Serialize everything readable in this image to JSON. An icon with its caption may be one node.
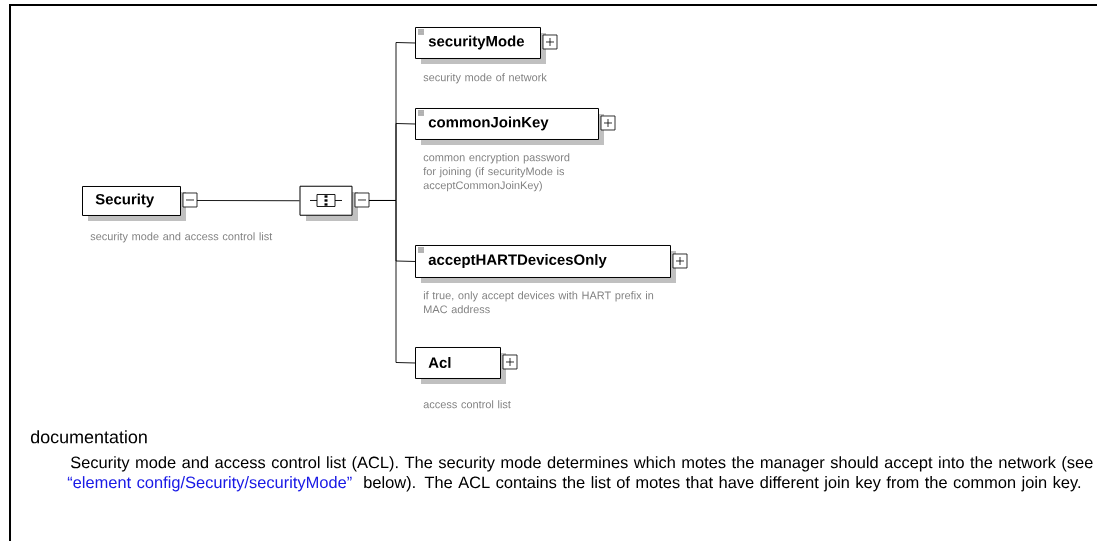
{
  "diagram": {
    "nodes": [
      {
        "text": [
          "Security"
        ],
        "beside": [
          "security mode and access control list"
        ]
      },
      {
        "text": [],
        "shape": "octagon"
      },
      {
        "text": [
          "securityMode"
        ],
        "beside": [
          "security mode of network"
        ]
      },
      {
        "text": [
          "commonJoinKey"
        ],
        "beside": [
          "common encryption password for joining (if securityMode is acceptCommonJoinKey)"
        ]
      },
      {
        "text": [
          "acceptHARTDevicesOnly"
        ],
        "beside": [
          "if true, only accept devices with HART prefix in MAC address"
        ]
      },
      {
        "text": [
          "Acl"
        ],
        "beside": [
          "access control list"
        ]
      }
    ],
    "edges": [
      {
        "from": 0,
        "to": 1,
        "arrow": "none"
      },
      {
        "from": 1,
        "to": 2,
        "arrow": "none"
      },
      {
        "from": 1,
        "to": 3,
        "arrow": "none"
      },
      {
        "from": 1,
        "to": 4,
        "arrow": "none"
      },
      {
        "from": 1,
        "to": 5,
        "arrow": "none"
      }
    ],
    "labels": [
      "documentation",
      "Security mode and access control list (ACL). The security mode determines which motes the manager should accept into the network (see",
      "“element config/Security/securityMode”",
      "below). The ACL contains the list of motes that have different join key from the common join key."
    ]
  }
}
